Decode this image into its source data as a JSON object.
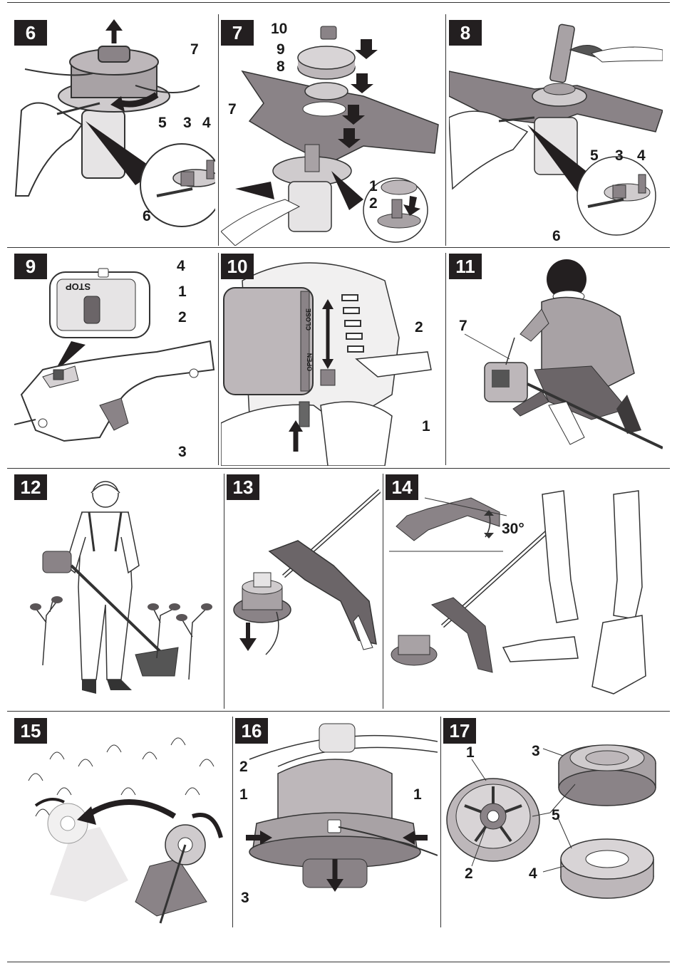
{
  "panels": [
    {
      "number": "6",
      "callouts": [
        "7",
        "5",
        "3",
        "4",
        "6"
      ]
    },
    {
      "number": "7",
      "callouts": [
        "10",
        "9",
        "8",
        "7",
        "1",
        "2"
      ]
    },
    {
      "number": "8",
      "callouts": [
        "5",
        "3",
        "4",
        "6"
      ]
    },
    {
      "number": "9",
      "callouts": [
        "4",
        "1",
        "2",
        "3"
      ],
      "switch_text": "STOP"
    },
    {
      "number": "10",
      "callouts": [
        "2",
        "1"
      ],
      "choke_labels": {
        "close": "CLOSE",
        "open": "OPEN"
      }
    },
    {
      "number": "11",
      "callouts": [
        "7"
      ]
    },
    {
      "number": "12",
      "callouts": []
    },
    {
      "number": "13",
      "callouts": []
    },
    {
      "number": "14",
      "callouts": [],
      "angle": "30°"
    },
    {
      "number": "15",
      "callouts": []
    },
    {
      "number": "16",
      "callouts": [
        "2",
        "1",
        "1",
        "3"
      ]
    },
    {
      "number": "17",
      "callouts": [
        "1",
        "3",
        "5",
        "2",
        "4"
      ]
    }
  ],
  "colors": {
    "ink": "#231f20",
    "part_dark": "#8a8387",
    "part_mid": "#a8a2a5",
    "part_light": "#cfcbcd",
    "line": "#333333"
  }
}
